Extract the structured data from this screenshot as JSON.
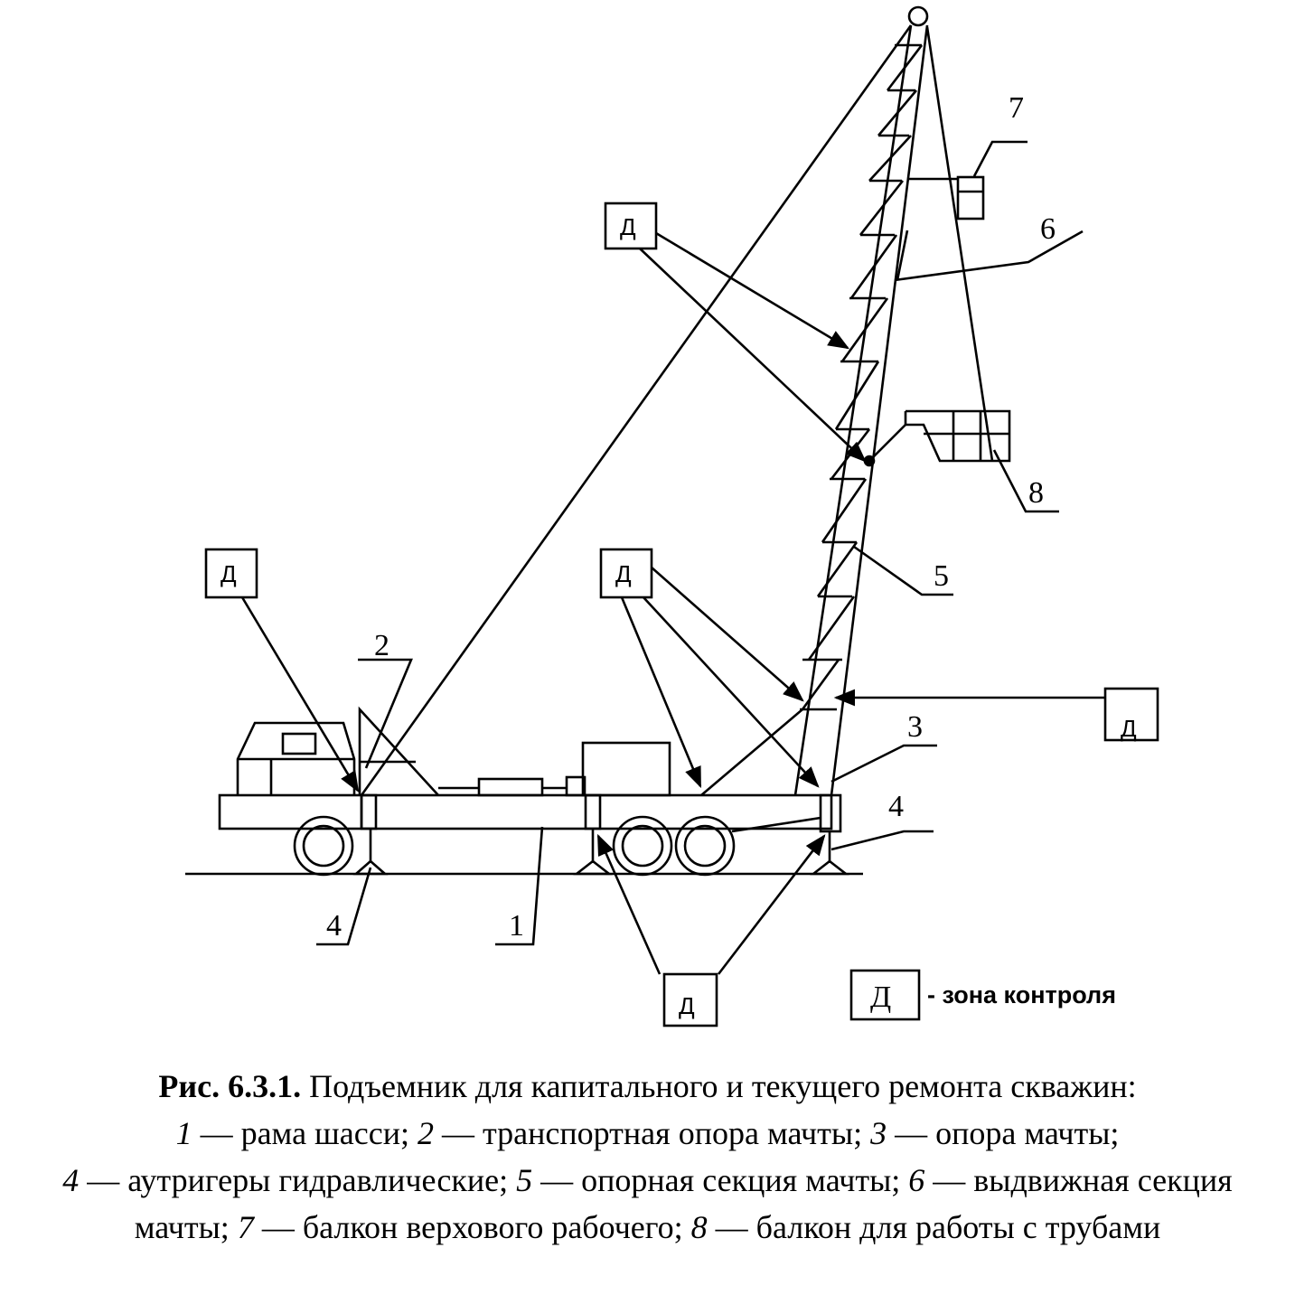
{
  "legend": {
    "box_letter": "Д",
    "text": "- зона контроля"
  },
  "callouts": {
    "n1": "1",
    "n2": "2",
    "n3": "3",
    "n4a": "4",
    "n4b": "4",
    "n5": "5",
    "n6": "6",
    "n7": "7",
    "n8": "8"
  },
  "control_zone_letter": "Д",
  "caption": {
    "figure_label": "Рис. 6.3.1.",
    "title": "Подъемник для капитального и текущего ремонта скважин:",
    "items": [
      {
        "num": "1",
        "text": "рама шасси"
      },
      {
        "num": "2",
        "text": "транспортная опора мачты"
      },
      {
        "num": "3",
        "text": "опора мачты"
      },
      {
        "num": "4",
        "text": "аутригеры гидравлические"
      },
      {
        "num": "5",
        "text": "опорная секция мачты"
      },
      {
        "num": "6",
        "text": "выдвижная секция мачты"
      },
      {
        "num": "7",
        "text": "балкон верхового рабочего"
      },
      {
        "num": "8",
        "text": "балкон для работы с трубами"
      }
    ],
    "dash": "—"
  }
}
